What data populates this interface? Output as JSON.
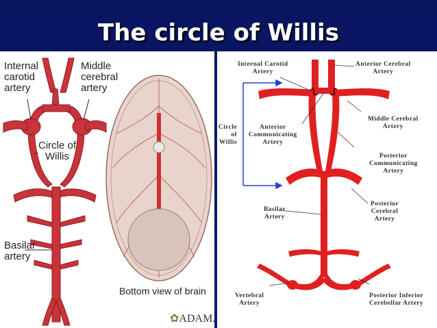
{
  "slide": {
    "title": "The circle of Willis",
    "background": "#0c1a6e",
    "accent": "#d42a2a"
  },
  "left_panel": {
    "labels": {
      "internal_carotid": "Internal\ncarotid\nartery",
      "middle_cerebral": "Middle\ncerebral\nartery",
      "circle_of_willis": "Circle of\nWillis",
      "basilar": "Basilar\nartery",
      "bottom_view": "Bottom view of brain",
      "logo": "ADAM."
    }
  },
  "right_panel": {
    "labels": {
      "internal_carotid": "Internal Carotid\nArtery",
      "anterior_cerebral": "Anterior Cerebral\nArtery",
      "middle_cerebral": "Middle Cerebral\nArtery",
      "circle_of_willis": "Circle\nof\nWillis",
      "anterior_communicating": "Anterior\nCommunicating\nArtery",
      "posterior_communicating": "Posterior\nCommunicating\nArtery",
      "basilar": "Basilar\nArtery",
      "posterior_cerebral": "Posterior\nCerebral\nArtery",
      "vertebral": "Vertebral\nArtery",
      "posterior_inferior_cerebellar": "Posterior Inferior\nCerebellar Artery"
    }
  }
}
